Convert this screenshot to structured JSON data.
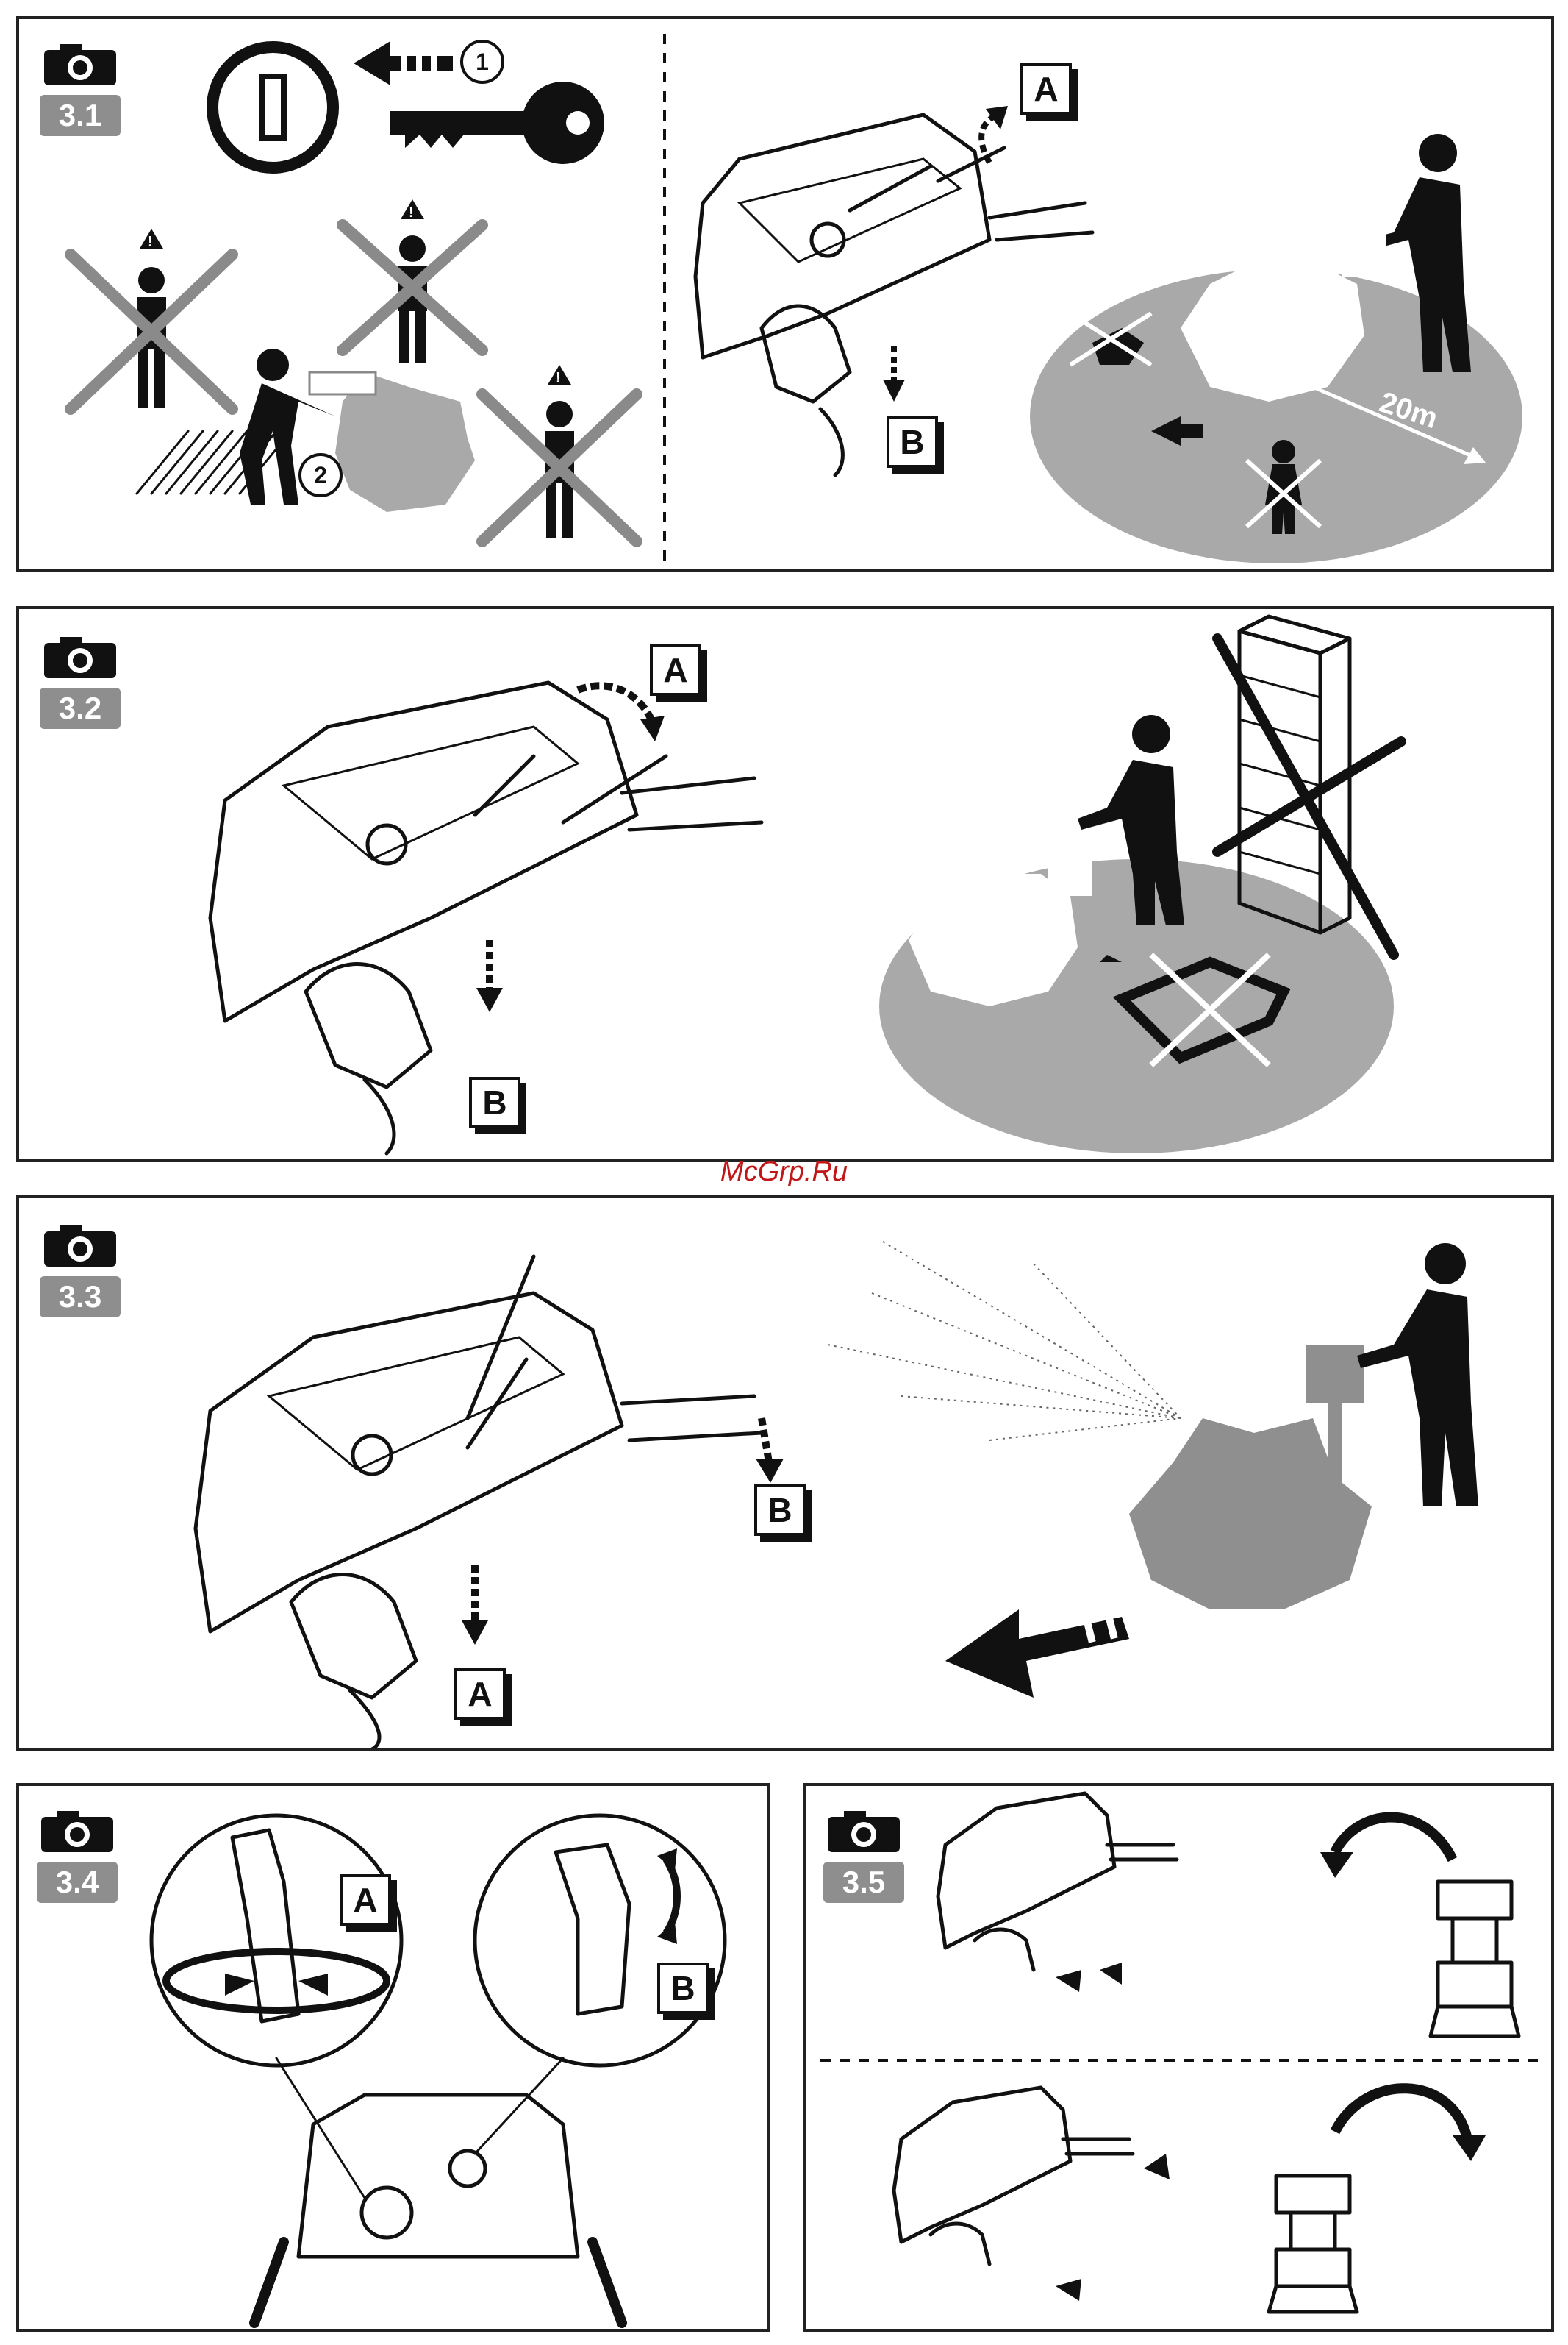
{
  "panels": [
    {
      "id": "3.1",
      "label": "3.1",
      "letters": [
        "A",
        "B"
      ],
      "steps": [
        "1",
        "2"
      ],
      "distance_label": "20m"
    },
    {
      "id": "3.2",
      "label": "3.2",
      "letters": [
        "A",
        "B"
      ]
    },
    {
      "id": "3.3",
      "label": "3.3",
      "letters": [
        "B",
        "A"
      ]
    },
    {
      "id": "3.4",
      "label": "3.4",
      "letters": [
        "A",
        "B"
      ]
    },
    {
      "id": "3.5",
      "label": "3.5"
    }
  ],
  "watermark": "McGrp.Ru",
  "icons": [
    "camera-icon",
    "ignition-switch-icon",
    "key-icon",
    "warning-triangle-icon",
    "person-icon",
    "snowblower-icon",
    "control-panel-icon",
    "rotate-arrow-icon",
    "brick-wall-icon",
    "sled-icon",
    "child-icon",
    "pet-icon"
  ],
  "colors": {
    "stroke": "#111111",
    "grey_area": "#a9a9a9",
    "badge": "#8e8e8e",
    "watermark": "#c01818"
  }
}
